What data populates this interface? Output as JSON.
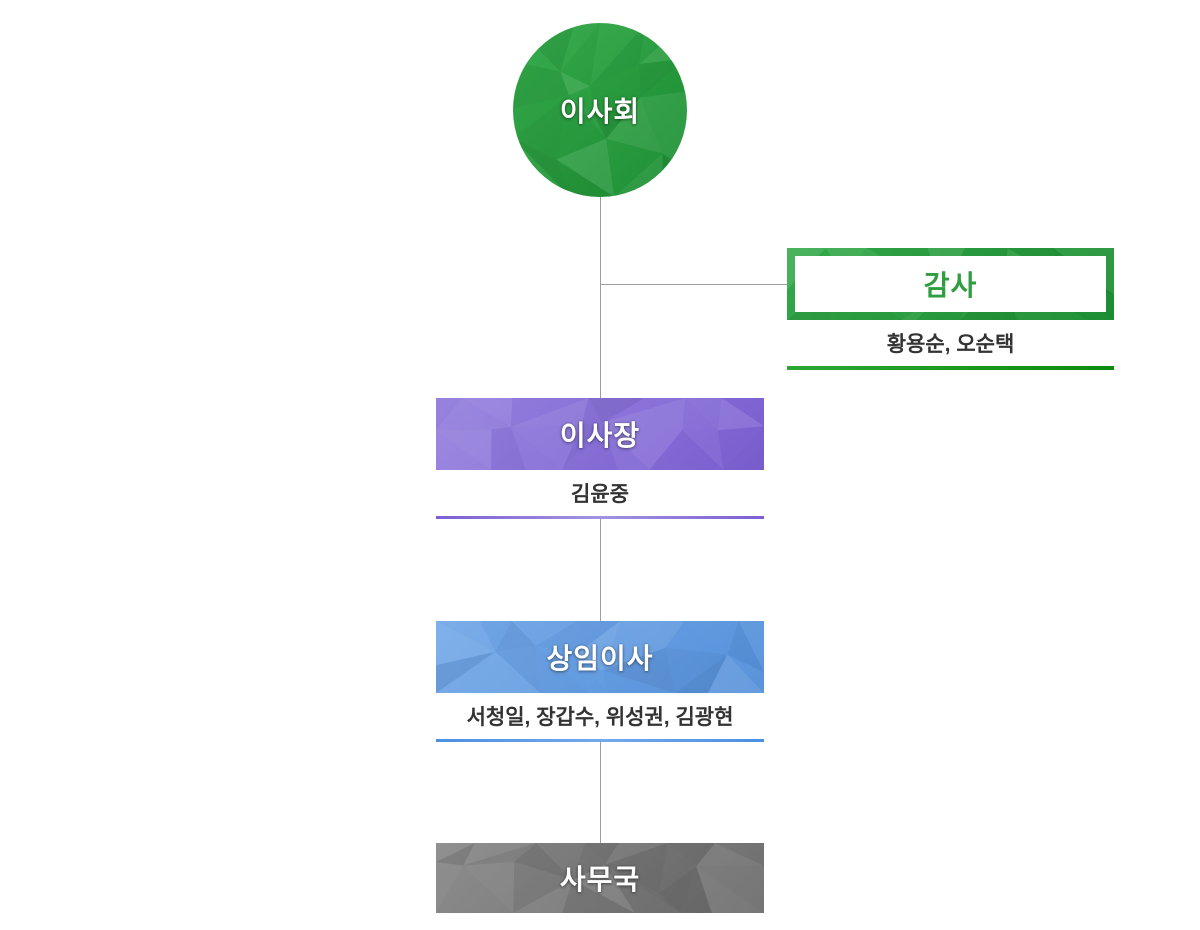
{
  "org_chart": {
    "board": {
      "label": "이사회"
    },
    "auditor": {
      "label": "감사",
      "members": "황용순, 오순택"
    },
    "chairman": {
      "label": "이사장",
      "members": "김윤중"
    },
    "executive_director": {
      "label": "상임이사",
      "members": "서청일, 장갑수, 위성권, 김광현"
    },
    "secretariat": {
      "label": "사무국"
    }
  },
  "colors": {
    "green": "#28a33e",
    "green-light": "#35ab4b",
    "green-dark": "#1d8e33",
    "green-text": "#2f9e41",
    "green-underline-a": "#2aa832",
    "green-underline-b": "#0b8a10",
    "purple": "#8a6fd8",
    "purple-light": "#9480dd",
    "purple-dark": "#7b60d2",
    "purple-underline": "#7c5fd3",
    "purple-underline-mid": "#a393e2",
    "blue": "#5f9be0",
    "blue-light": "#74a9e8",
    "blue-dark": "#5590da",
    "blue-underline": "#4a90e2",
    "blue-underline-mid": "#74a9ec",
    "gray": "#777777",
    "gray-light": "#848484",
    "gray-dark": "#696969",
    "name-text": "#333333",
    "connector": "#9e9e9e",
    "background": "#ffffff"
  }
}
